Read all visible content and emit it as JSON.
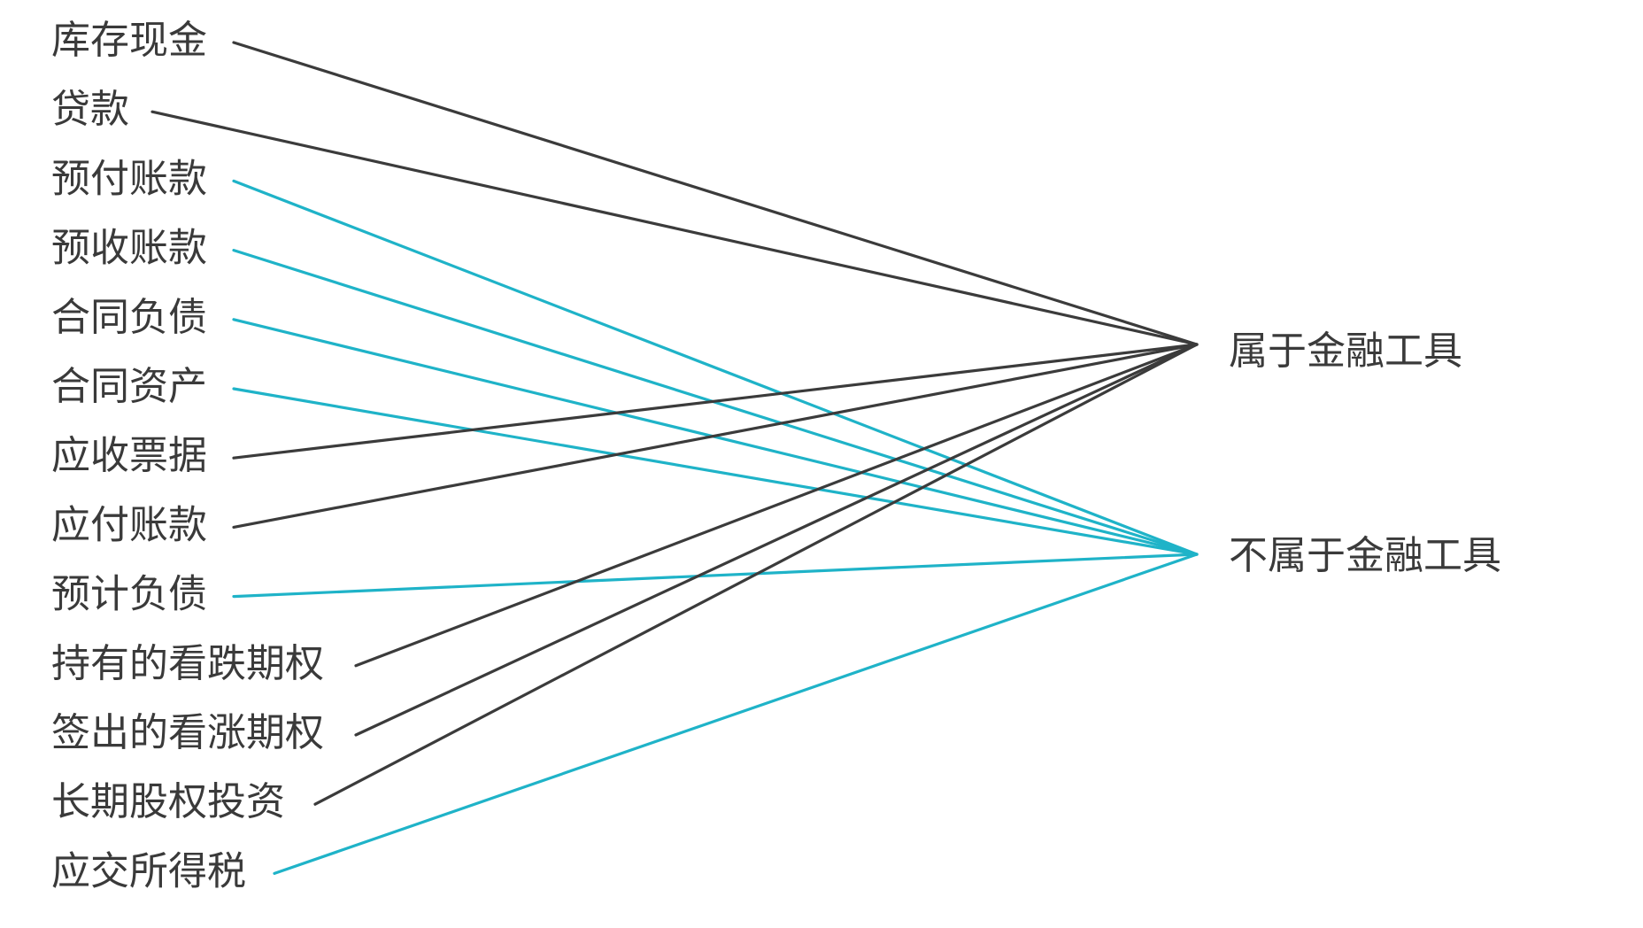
{
  "targets": {
    "financial": {
      "label": "属于金融工具"
    },
    "non_financial": {
      "label": "不属于金融工具"
    }
  },
  "items": [
    {
      "label": "库存现金",
      "target": "financial"
    },
    {
      "label": "贷款",
      "target": "financial"
    },
    {
      "label": "预付账款",
      "target": "non_financial"
    },
    {
      "label": "预收账款",
      "target": "non_financial"
    },
    {
      "label": "合同负债",
      "target": "non_financial"
    },
    {
      "label": "合同资产",
      "target": "non_financial"
    },
    {
      "label": "应收票据",
      "target": "financial"
    },
    {
      "label": "应付账款",
      "target": "financial"
    },
    {
      "label": "预计负债",
      "target": "non_financial"
    },
    {
      "label": "持有的看跌期权",
      "target": "financial"
    },
    {
      "label": "签出的看涨期权",
      "target": "financial"
    },
    {
      "label": "长期股权投资",
      "target": "financial"
    },
    {
      "label": "应交所得税",
      "target": "non_financial"
    }
  ],
  "colors": {
    "financial_line": "#3b3b3b",
    "non_financial_line": "#1fb3c8",
    "text": "#3a3a3a"
  }
}
